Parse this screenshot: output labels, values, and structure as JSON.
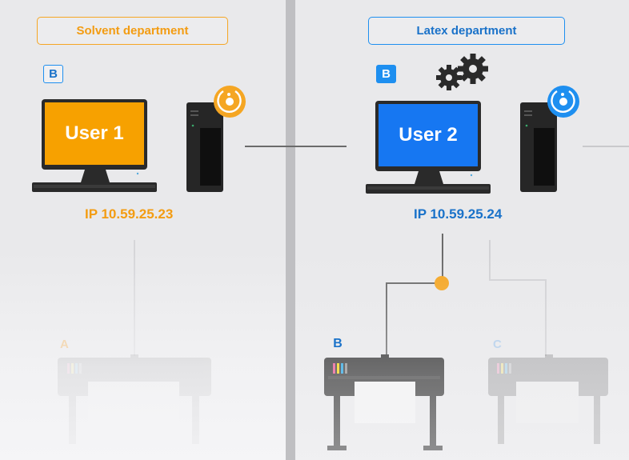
{
  "departments": {
    "solvent": {
      "label": "Solvent department",
      "color": "#f39c12",
      "user": {
        "screen_text": "User 1",
        "ip": "IP 10.59.25.23",
        "badge": "B",
        "screen_color": "#f7a100"
      },
      "faded_printer_badge": "A"
    },
    "latex": {
      "label": "Latex department",
      "color": "#1a72c9",
      "user": {
        "screen_text": "User 2",
        "ip": "IP 10.59.25.24",
        "badge": "B",
        "screen_color": "#1677f2"
      },
      "printer_badge": "B",
      "faded_printer_badge": "C"
    }
  },
  "icons": {
    "gears": "gears-icon",
    "print_server_solvent": "print-server-icon",
    "print_server_latex": "print-server-icon"
  },
  "colors": {
    "divider": "#bfbfc2",
    "connection_node": "#f5a623",
    "line": "#6b6b6b"
  }
}
